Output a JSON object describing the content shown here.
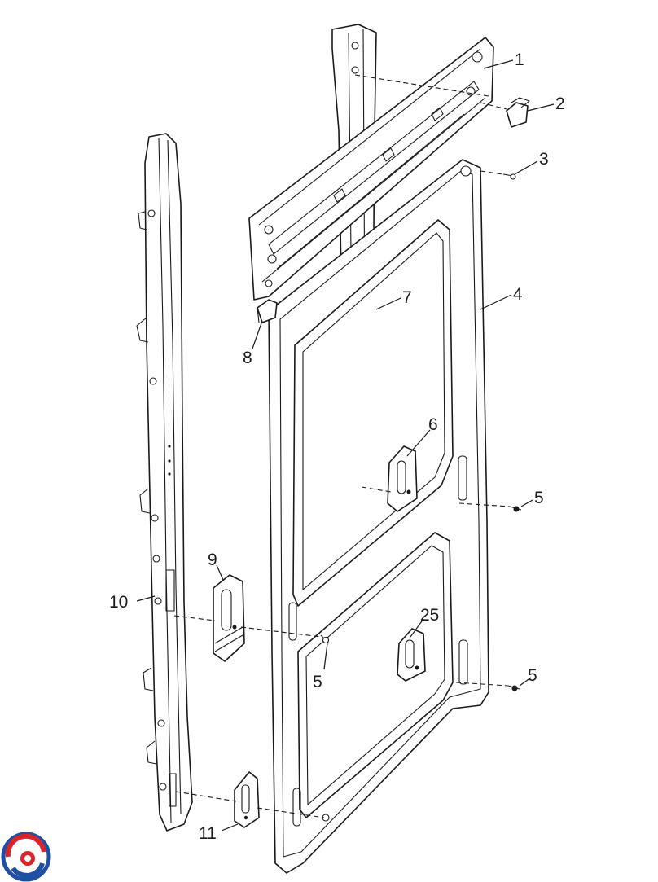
{
  "diagram": {
    "callouts": [
      {
        "key": "c1",
        "text": "1"
      },
      {
        "key": "c2",
        "text": "2"
      },
      {
        "key": "c3",
        "text": "3"
      },
      {
        "key": "c4",
        "text": "4"
      },
      {
        "key": "c5a",
        "text": "5"
      },
      {
        "key": "c5b",
        "text": "5"
      },
      {
        "key": "c5c",
        "text": "5"
      },
      {
        "key": "c6",
        "text": "6"
      },
      {
        "key": "c7",
        "text": "7"
      },
      {
        "key": "c8",
        "text": "8"
      },
      {
        "key": "c9",
        "text": "9"
      },
      {
        "key": "c10",
        "text": "10"
      },
      {
        "key": "c11",
        "text": "11"
      },
      {
        "key": "c25",
        "text": "25"
      }
    ]
  },
  "logo": {
    "colors": {
      "red": "#d8262e",
      "blue": "#1f4fa3"
    }
  }
}
